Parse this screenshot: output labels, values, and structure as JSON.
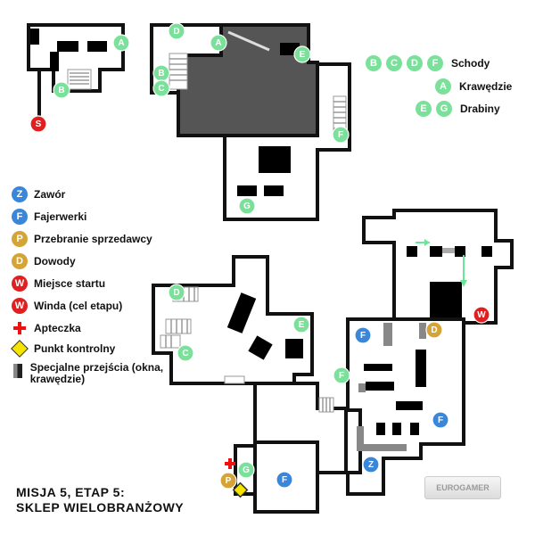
{
  "colors": {
    "Z": "#3a86d8",
    "F": "#3a86d8",
    "P": "#d4a437",
    "D": "#d4a437",
    "W": "#e02020",
    "S": "#e02020",
    "green": "#7be19a",
    "dark_floor": "#555555",
    "arrow": "#6be59a"
  },
  "legend": [
    {
      "letter": "Z",
      "label": "Zawór",
      "color_key": "Z",
      "icon": "valve-badge-icon"
    },
    {
      "letter": "F",
      "label": "Fajerwerki",
      "color_key": "F",
      "icon": "fireworks-badge-icon"
    },
    {
      "letter": "P",
      "label": "Przebranie sprzedawcy",
      "color_key": "P",
      "icon": "disguise-badge-icon"
    },
    {
      "letter": "D",
      "label": "Dowody",
      "color_key": "D",
      "icon": "evidence-badge-icon"
    },
    {
      "letter": "W",
      "label": "Miejsce startu",
      "color_key": "W",
      "icon": "start-badge-icon"
    },
    {
      "letter": "W",
      "label": "Winda (cel etapu)",
      "color_key": "W",
      "icon": "elevator-badge-icon"
    },
    {
      "letter": "",
      "label": "Apteczka",
      "icon": "medkit-cross-icon"
    },
    {
      "letter": "",
      "label": "Punkt kontrolny",
      "icon": "checkpoint-diamond-icon"
    },
    {
      "letter": "",
      "label": "Specjalne przejścia (okna, krawędzie)",
      "icon": "special-passage-icon"
    }
  ],
  "transit_legend": [
    {
      "letters": [
        "B",
        "C",
        "D",
        "F"
      ],
      "label": "Schody"
    },
    {
      "letters": [
        "A"
      ],
      "label": "Krawędzie"
    },
    {
      "letters": [
        "E",
        "G"
      ],
      "label": "Drabiny"
    }
  ],
  "title_line1": "MISJA 5, ETAP 5:",
  "title_line2": "SKLEP WIELOBRANŻOWY",
  "watermark": "EUROGAMER",
  "markers": [
    {
      "letter": "A",
      "type": "green"
    },
    {
      "letter": "B",
      "type": "green"
    },
    {
      "letter": "S",
      "type": "S"
    },
    {
      "letter": "D",
      "type": "green"
    },
    {
      "letter": "A",
      "type": "green"
    },
    {
      "letter": "B",
      "type": "green"
    },
    {
      "letter": "C",
      "type": "green"
    },
    {
      "letter": "E",
      "type": "green"
    },
    {
      "letter": "F",
      "type": "green"
    },
    {
      "letter": "G",
      "type": "green"
    },
    {
      "letter": "D",
      "type": "green"
    },
    {
      "letter": "C",
      "type": "green"
    },
    {
      "letter": "E",
      "type": "green"
    },
    {
      "letter": "F",
      "type": "green"
    },
    {
      "letter": "G",
      "type": "green"
    },
    {
      "letter": "W",
      "type": "W"
    },
    {
      "letter": "D",
      "type": "D"
    },
    {
      "letter": "F",
      "type": "F"
    },
    {
      "letter": "F",
      "type": "F"
    },
    {
      "letter": "Z",
      "type": "Z"
    },
    {
      "letter": "F",
      "type": "F"
    },
    {
      "letter": "P",
      "type": "P"
    }
  ]
}
